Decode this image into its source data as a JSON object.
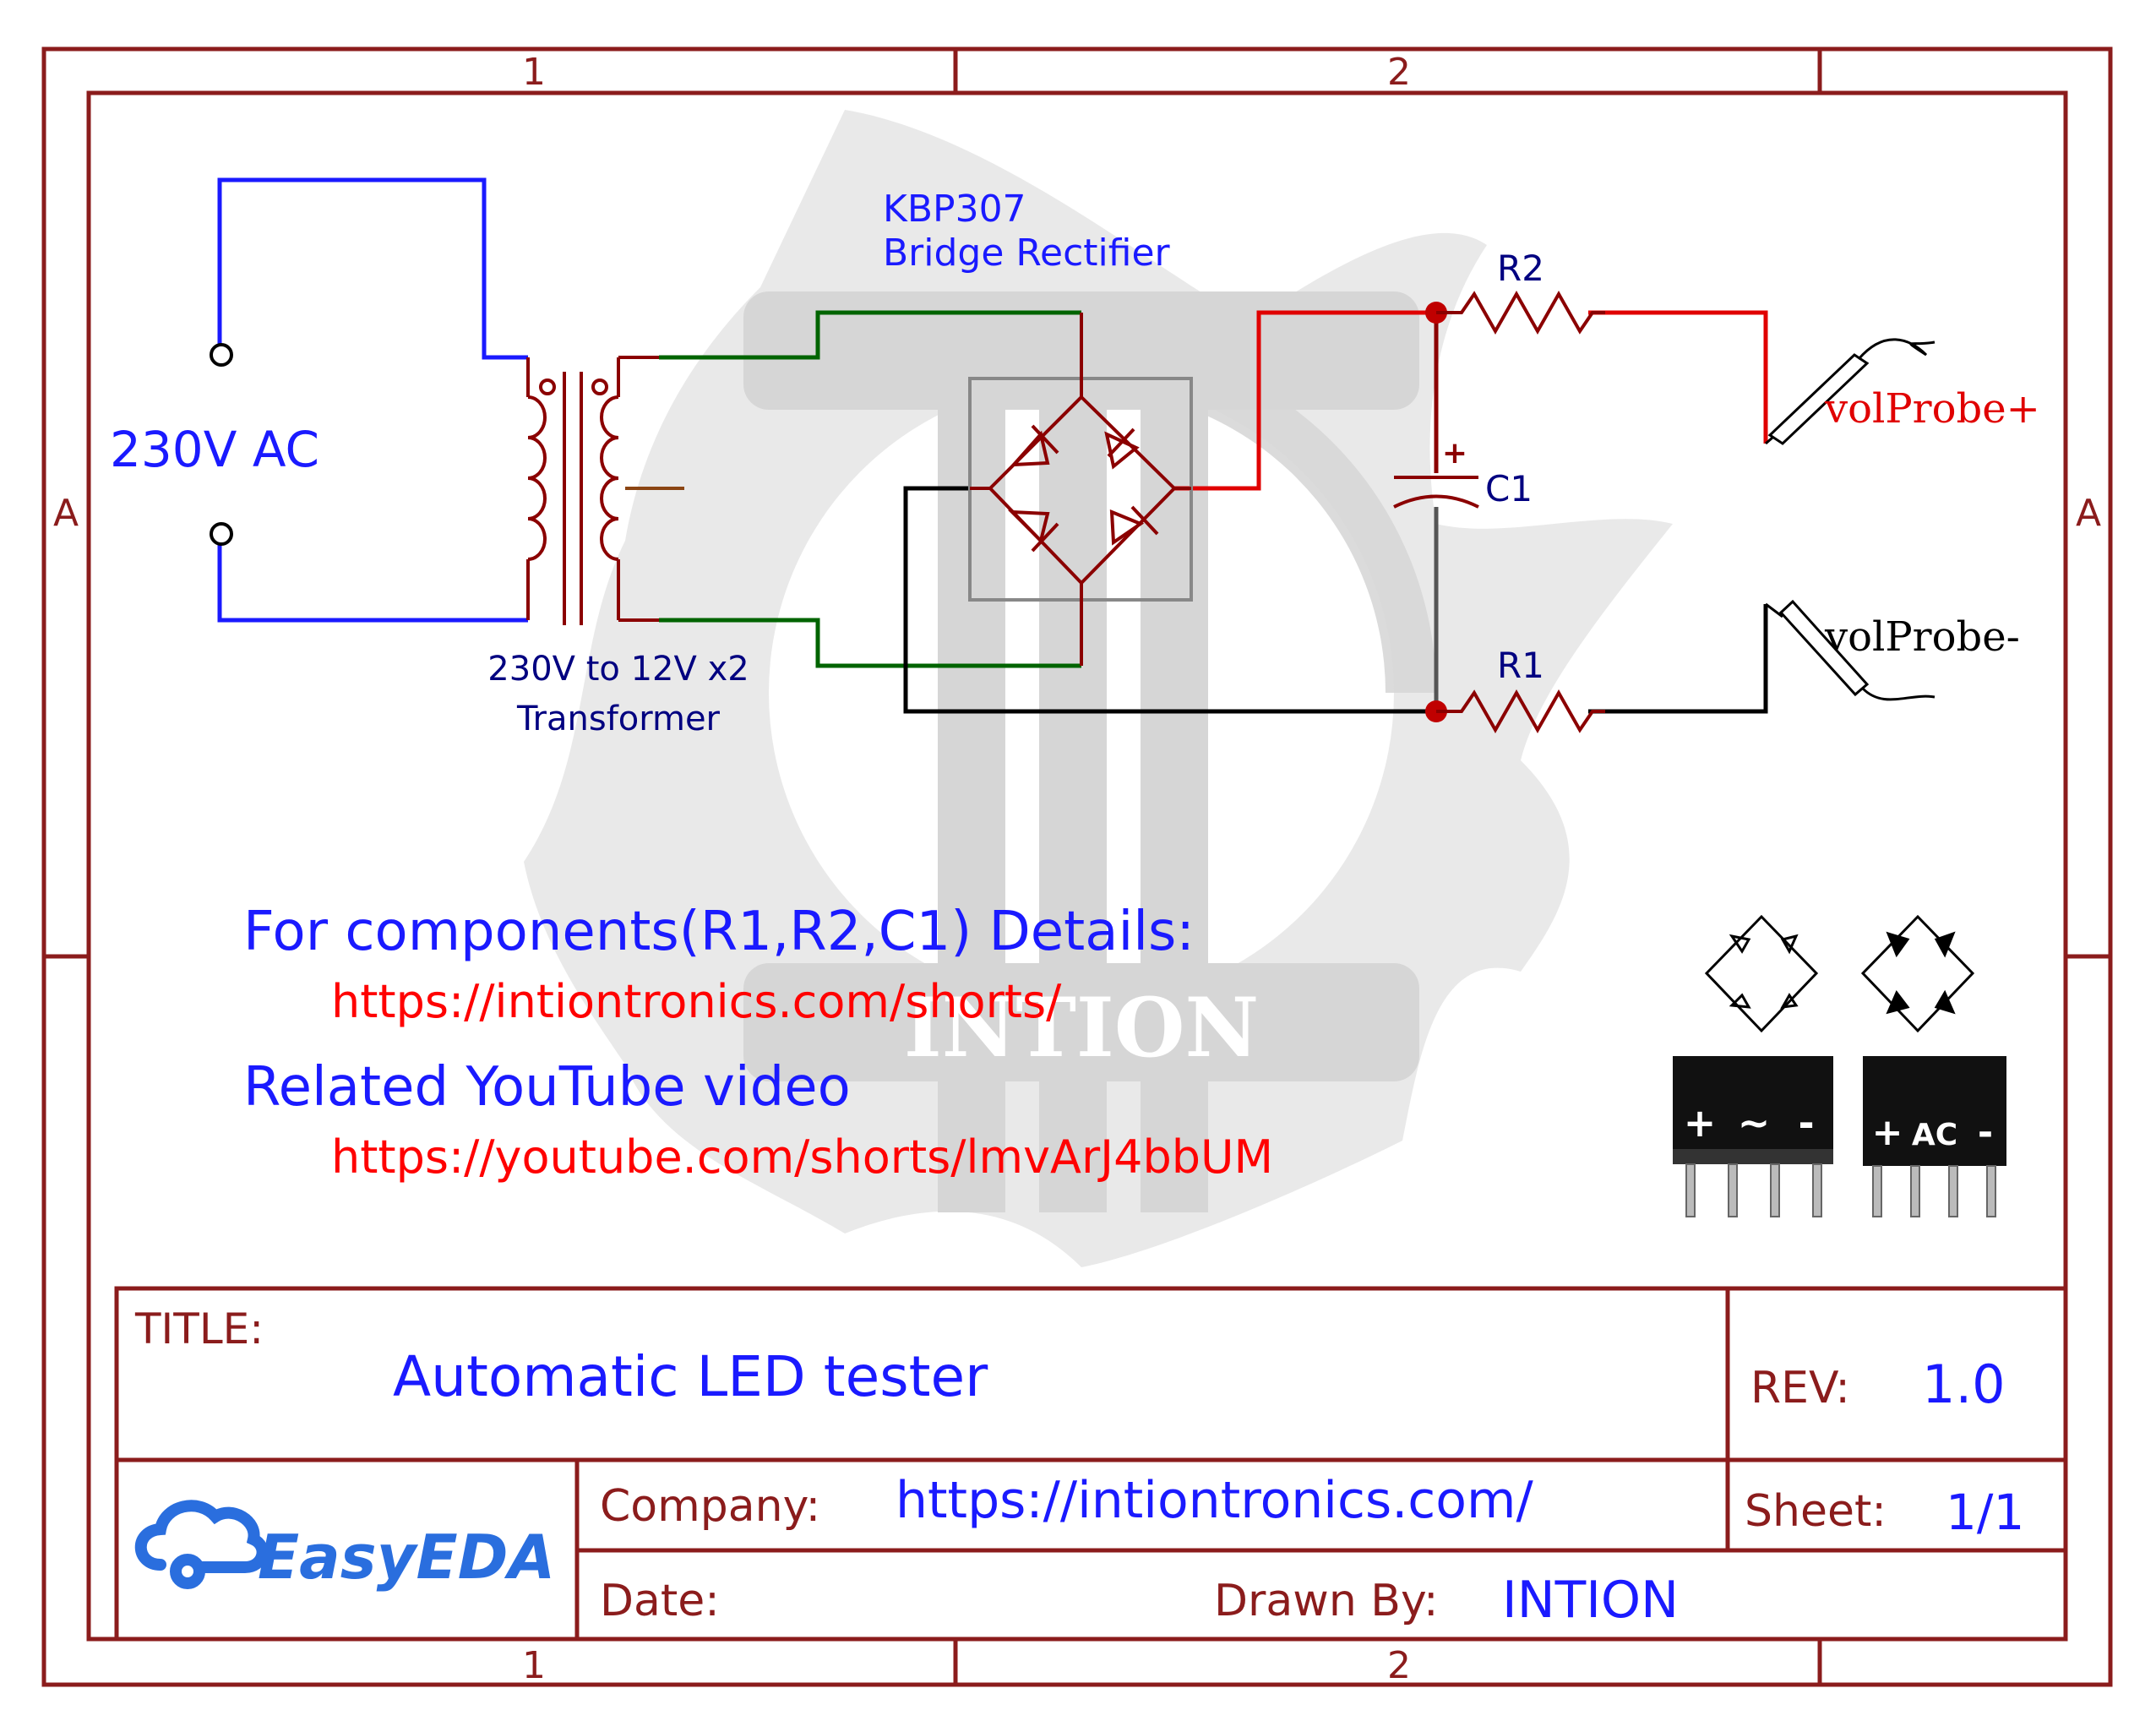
{
  "frame": {
    "columns": [
      "1",
      "2"
    ],
    "rows": [
      "A"
    ]
  },
  "watermark": {
    "text": "INTION"
  },
  "circuit": {
    "source_label": "230V AC",
    "transformer": {
      "line1": "230V to 12V x2",
      "line2": "Transformer"
    },
    "rectifier": {
      "line1": "KBP307",
      "line2": "Bridge Rectifier"
    },
    "capacitor_label": "C1",
    "capacitor_polarity": "+",
    "resistor_top_label": "R2",
    "resistor_bottom_label": "R1",
    "probe_positive": "volProbe+",
    "probe_negative": "volProbe-"
  },
  "notes": {
    "components_heading": "For components(R1,R2,C1) Details:",
    "components_url": "https://intiontronics.com/shorts/",
    "video_heading": "Related YouTube video",
    "video_url": "https://youtube.com/shorts/lmvArJ4bbUM"
  },
  "package_illustrations": {
    "left_symbols": [
      "+",
      "~",
      "-"
    ],
    "right_symbols": [
      "+",
      "AC",
      "-"
    ]
  },
  "title_block": {
    "title_label": "TITLE:",
    "title_value": "Automatic LED tester",
    "rev_label": "REV:",
    "rev_value": "1.0",
    "logo_text": "EasyEDA",
    "company_label": "Company:",
    "company_value": "https://intiontronics.com/",
    "sheet_label": "Sheet:",
    "sheet_value": "1/1",
    "date_label": "Date:",
    "drawn_by_label": "Drawn By:",
    "drawn_by_value": "INTION"
  },
  "colors": {
    "frame": "#8b1c1c",
    "wire_blue": "#1a1aff",
    "wire_green": "#006400",
    "wire_red": "#e00000",
    "wire_black": "#000000",
    "component": "#8b0000",
    "label_blue": "#0000ff",
    "label_navy": "#000080",
    "url_red": "#ff0000",
    "watermark": "#d0d0d0",
    "logo_blue": "#2a6ede"
  }
}
